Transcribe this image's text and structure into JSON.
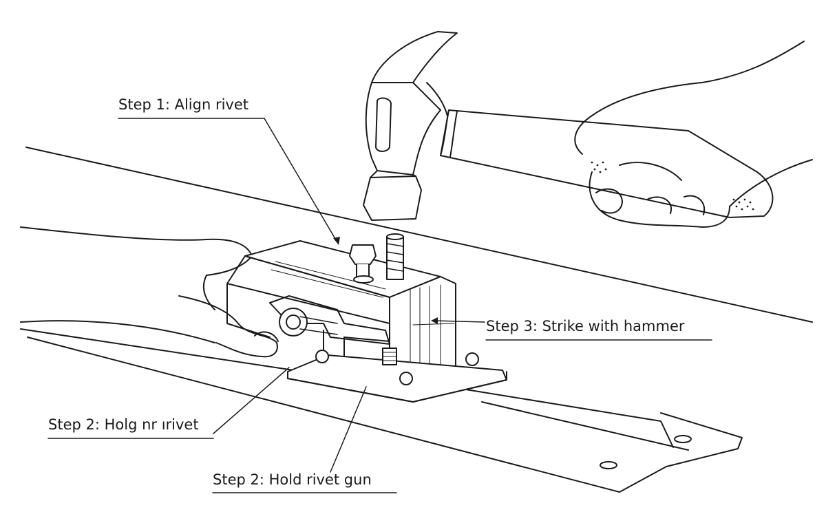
{
  "callouts": {
    "step1": "Step 1: Align rivet",
    "step2_left": "Step 2: Holg nr ırivet",
    "step3": "Step 3: Strike with hammer",
    "step2_bottom": "Step 2: Hold rivet gun"
  },
  "colors": {
    "ink": "#1a1a1a",
    "paper": "#ffffff",
    "shade": "#d9d9d9"
  }
}
